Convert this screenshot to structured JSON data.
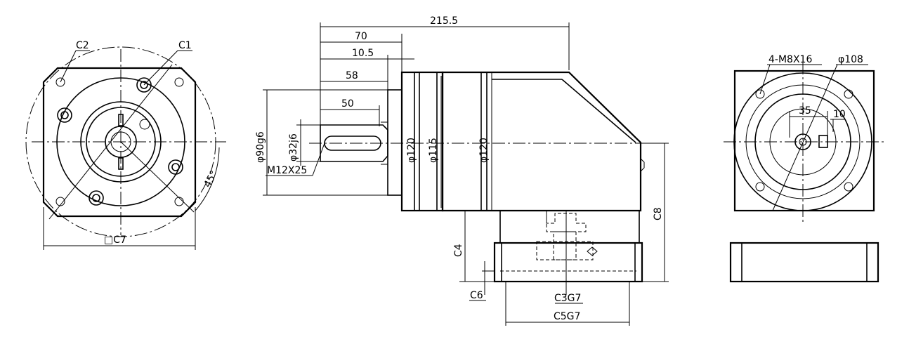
{
  "labels": {
    "c2": "C2",
    "c1": "C1",
    "angle_45": "45°",
    "square_c7": "□C7",
    "len_215_5": "215.5",
    "len_70": "70",
    "len_10_5": "10.5",
    "len_58": "58",
    "len_50": "50",
    "dia_90g6": "φ90g6",
    "dia_32j6": "φ32j6",
    "dia_120_flange": "φ120",
    "dia_115": "φ115",
    "dia_120_body": "φ120",
    "thread_m12x25": "M12X25",
    "c4": "C4",
    "c6": "C6",
    "c8": "C8",
    "c3g7": "C3G7",
    "c5g7": "C5G7",
    "holes_4_m8x16": "4-M8X16",
    "dia_108": "φ108",
    "len_35": "35",
    "len_10": "10"
  }
}
